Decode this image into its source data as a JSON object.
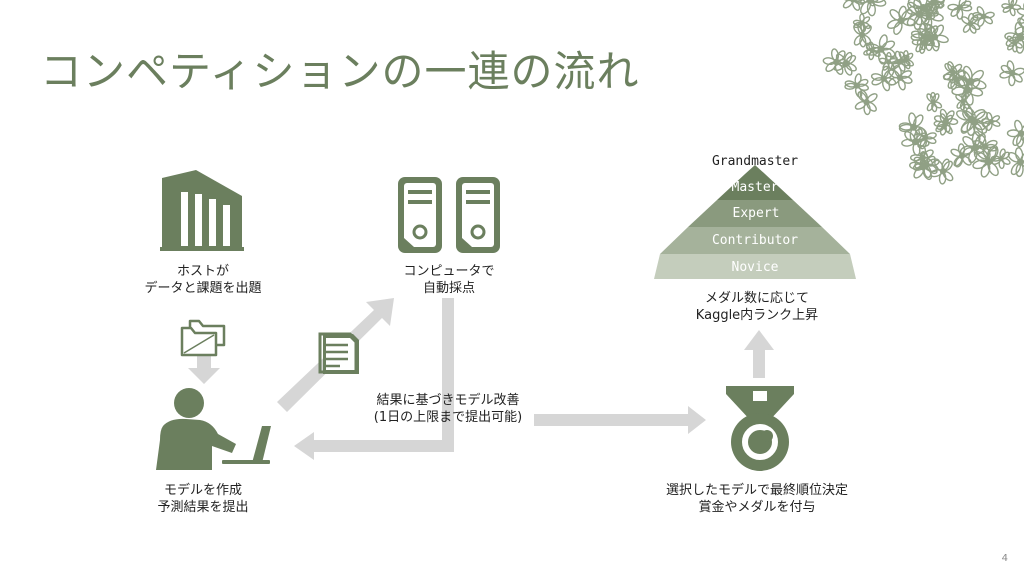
{
  "slide": {
    "title": "コンペティションの一連の流れ",
    "page_number": "4"
  },
  "colors": {
    "primary": "#6b7f5e",
    "arrow": "#d4d4d4",
    "pyramid_tier_1": "#6b7f5e",
    "pyramid_tier_2": "#8a9a7e",
    "pyramid_tier_3": "#a5b29b",
    "pyramid_tier_4": "#bfc8b7",
    "pyramid_tier_5": "#d3d9ce"
  },
  "nodes": {
    "host": {
      "icon": "building-icon",
      "line1": "ホストが",
      "line2": "データと課題を出題"
    },
    "server": {
      "icon": "server-icon",
      "line1": "コンピュータで",
      "line2": "自動採点"
    },
    "participant": {
      "icon": "person-laptop-icon",
      "line1": "モデルを作成",
      "line2": "予測結果を提出"
    },
    "medal": {
      "icon": "medal-icon",
      "line1": "選択したモデルで最終順位決定",
      "line2": "賞金やメダルを付与"
    },
    "ranking": {
      "line1": "メダル数に応じて",
      "line2": "Kaggle内ランク上昇"
    }
  },
  "icons": {
    "files": "files-icon",
    "document": "document-icon",
    "decoration": "flower-decoration-icon"
  },
  "feedback": {
    "line1": "結果に基づきモデル改善",
    "line2": "(1日の上限まで提出可能)"
  },
  "pyramid": {
    "tiers": [
      "Grandmaster",
      "Master",
      "Expert",
      "Contributor",
      "Novice"
    ]
  }
}
